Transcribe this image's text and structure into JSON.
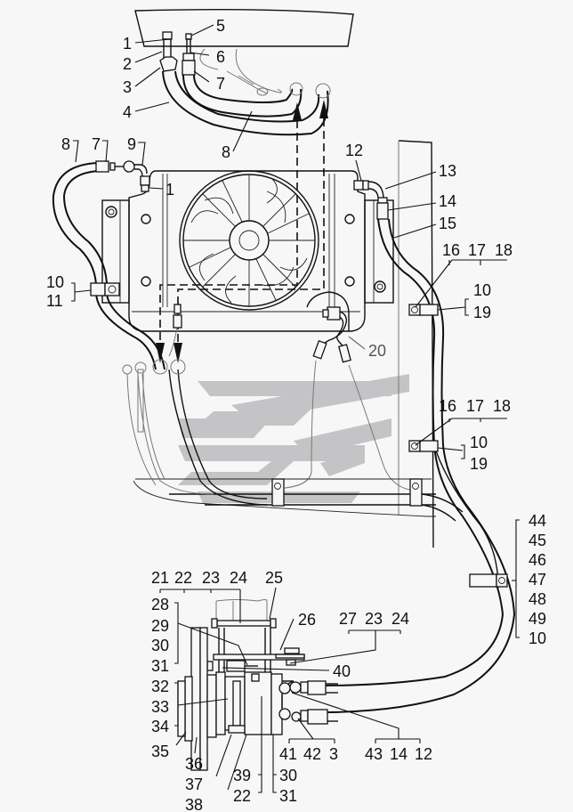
{
  "diagram": {
    "title": "Air conditioning system hose routing and compressor mounting",
    "colors": {
      "line": "#111111",
      "background": "#f7f7f7",
      "watermark": "#c4c4c6",
      "secondary": "#555555"
    },
    "callouts": {
      "top": {
        "c1": "1",
        "c2": "2",
        "c3": "3",
        "c4": "4",
        "c5": "5",
        "c6": "6",
        "c7": "7",
        "c8": "8"
      },
      "left": {
        "c8": "8",
        "c7": "7",
        "c9": "9",
        "c1": "1",
        "c10": "10",
        "c11": "11"
      },
      "right_upper": {
        "c12": "12",
        "c13": "13",
        "c14": "14",
        "c15": "15",
        "c16": "16",
        "c17": "17",
        "c18": "18",
        "c10": "10",
        "c19": "19"
      },
      "center": {
        "c20": "20"
      },
      "right_middle": {
        "c16": "16",
        "c17": "17",
        "c18": "18",
        "c10": "10",
        "c19": "19"
      },
      "right_stack": [
        "44",
        "45",
        "46",
        "47",
        "48",
        "49",
        "10"
      ],
      "compressor": {
        "group_top": [
          "21",
          "22",
          "23",
          "24"
        ],
        "c25": "25",
        "c26": "26",
        "group_bracket": [
          "27",
          "23",
          "24"
        ],
        "left_stack_a": [
          "28",
          "29",
          "30",
          "31"
        ],
        "left_stack_b": [
          "32",
          "33",
          "34"
        ],
        "c35": "35",
        "c36": "36",
        "c37": "37",
        "c38": "38",
        "c39_22": [
          "39",
          "22"
        ],
        "c30_31": [
          "30",
          "31"
        ],
        "c40": "40",
        "group_fitting_a": [
          "41",
          "42",
          "3"
        ],
        "group_fitting_b": [
          "43",
          "14",
          "12"
        ]
      }
    }
  }
}
